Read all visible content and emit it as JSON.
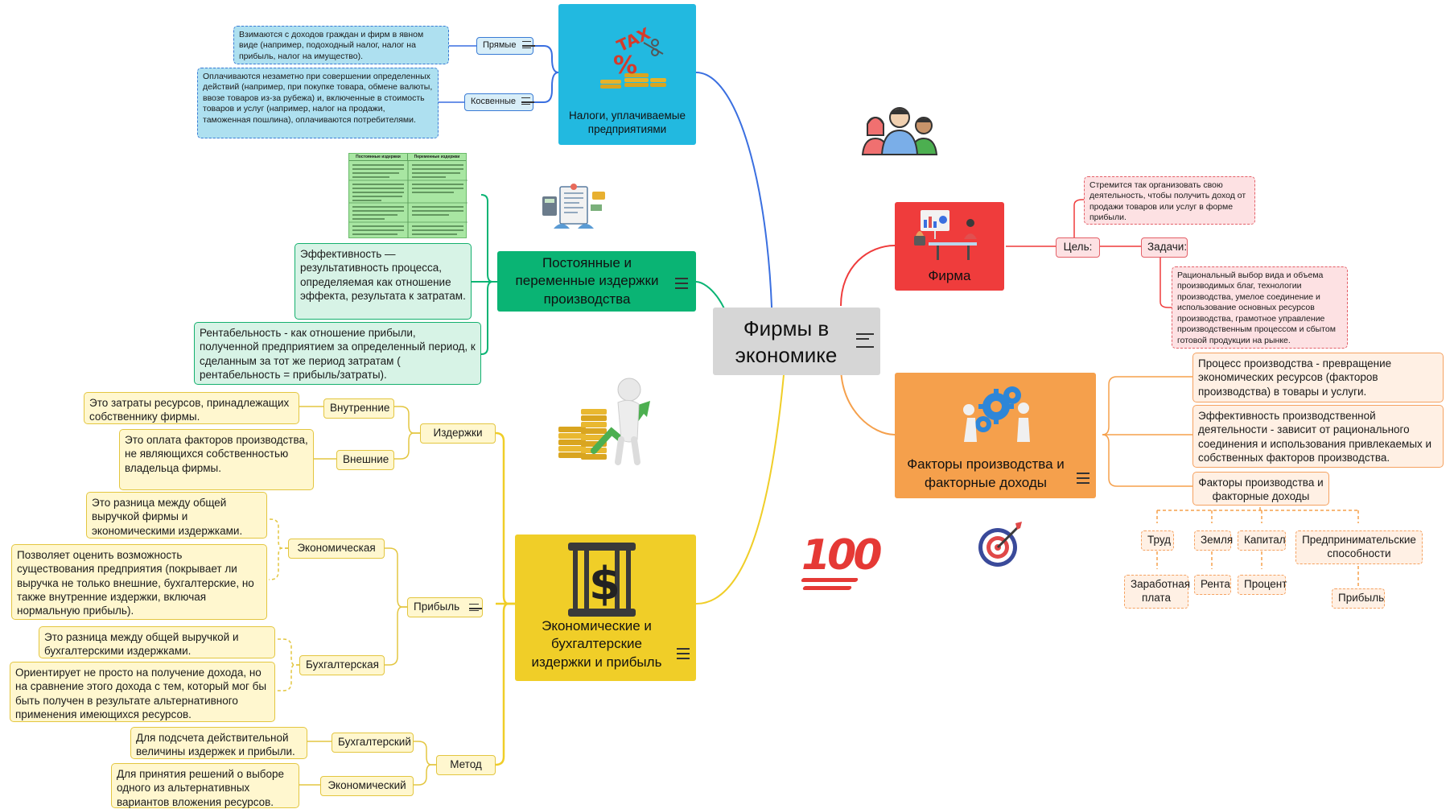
{
  "central": "Фирмы в экономике",
  "taxes": {
    "title": "Налоги, уплачиваемые предприятиями",
    "direct": {
      "label": "Прямые",
      "note": "Взимаются с доходов граждан и фирм в явном виде (например, подоходный налог, налог на прибыль, налог на имущество)."
    },
    "indirect": {
      "label": "Косвенные",
      "note": "Оплачиваются незаметно при совершении определенных действий (например, при покупке товара, обмене валюты, ввозе товаров из-за рубежа) и, включенные в стоимость товаров и услуг (например, налог на продажи, таможенная пошлина), оплачиваются потребителями."
    },
    "image_text": "TAX",
    "image_symbol": "%"
  },
  "costs": {
    "title": "Постоянные и переменные издержки производства",
    "table_headers": [
      "Постоянные издержки",
      "Переменные издержки"
    ],
    "efficiency": "Эффективность — результативность процесса, определяемая как отношение эффекта, результата к затратам.",
    "profitability": "Рентабельность - как отношение прибыли, полученной предприятием за определенный период, к сделанным за тот же период затратам ( рентабельность = прибыль/затраты)."
  },
  "econ": {
    "title": "Экономические и бухгалтерские издержки и прибыль",
    "costs_label": "Издержки",
    "internal": {
      "label": "Внутренние",
      "note": "Это затраты ресурсов, принадлежащих собственнику фирмы."
    },
    "external": {
      "label": "Внешние",
      "note": "Это оплата факторов производства, не являющихся собственностью владельца фирмы."
    },
    "profit_label": "Прибыль",
    "economic_profit": {
      "label": "Экономическая",
      "note1": "Это разница между общей выручкой фирмы и экономическими издержками.",
      "note2": "Позволяет оценить возможность существования предприятия (покрывает ли выручка не только внешние, бухгалтерские, но также внутренние издержки, включая нормальную прибыль)."
    },
    "accounting_profit": {
      "label": "Бухгалтерская",
      "note1": "Это разница между общей выручкой и бухгалтерскими издержками.",
      "note2": "Ориентирует не просто на получение дохода, но на сравнение этого дохода с тем, который мог бы быть получен в результате альтернативного применения имеющихся ресурсов."
    },
    "method_label": "Метод",
    "accounting_method": {
      "label": "Бухгалтерский",
      "note": "Для подсчета действительной величины издержек и прибыли."
    },
    "economic_method": {
      "label": "Экономический",
      "note": "Для принятия решений о выборе одного из альтернативных вариантов вложения ресурсов."
    }
  },
  "firm": {
    "title": "Фирма",
    "goal_label": "Цель:",
    "goal_note": "Стремится так организовать свою деятельность, чтобы получить доход от продажи товаров или услуг в форме прибыли.",
    "tasks_label": "Задачи:",
    "tasks_note": "Рациональный выбор вида и объема производимых благ, технологии производства, умелое соединение и использование основных ресурсов производства, грамотное управление производственным процессом и сбытом готовой продукции на рынке."
  },
  "factors": {
    "title": "Факторы производства и факторные доходы",
    "process": "Процесс производства - превращение экономических ресурсов (факторов производства) в товары и услуги.",
    "efficiency": "Эффективность производственной деятельности - зависит от рационального соединения и использования привлекаемых и собственных факторов производства.",
    "fi_title": "Факторы производства и факторные доходы",
    "pairs": [
      {
        "factor": "Труд",
        "income": "Заработная плата"
      },
      {
        "factor": "Земля",
        "income": "Рента"
      },
      {
        "factor": "Капитал",
        "income": "Процент"
      },
      {
        "factor": "Предпринимательские способности",
        "income": "Прибыль"
      }
    ]
  },
  "decor": {
    "hundred": "100"
  },
  "colors": {
    "cyan": "#22b9e0",
    "green": "#0ab474",
    "yellow": "#f0ce28",
    "red": "#ef3c3c",
    "orange": "#f5a04c",
    "central": "#d6d6d6",
    "blue_line": "#3a6fe0"
  }
}
